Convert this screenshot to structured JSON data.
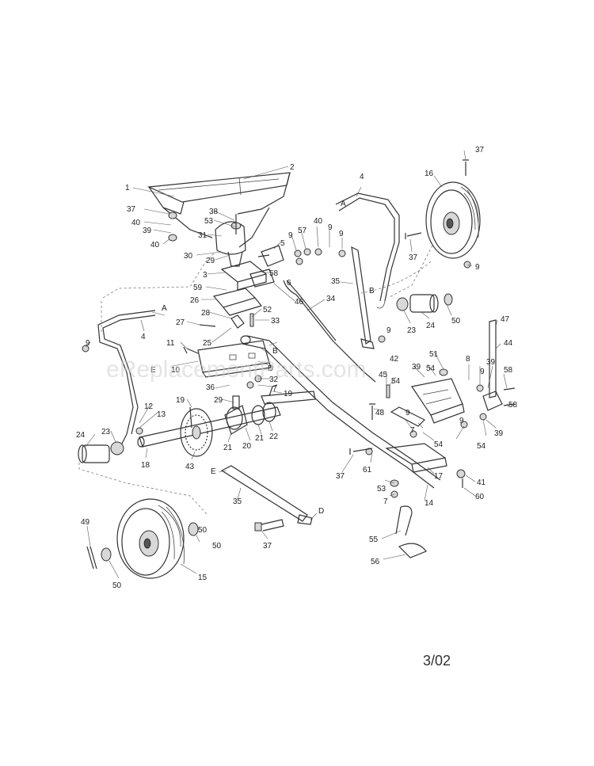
{
  "watermark": "eReplacementParts.com",
  "date_code": "3/02",
  "callouts": {
    "c1": "1",
    "c2": "2",
    "c3": "3",
    "c4a": "4",
    "c4b": "4",
    "c5": "5",
    "c6": "6",
    "c7a": "7",
    "c7b": "7",
    "c8": "8",
    "c9a": "9",
    "c9b": "9",
    "c9c": "9",
    "c9d": "9",
    "c9e": "9",
    "c9f": "9",
    "c9g": "9",
    "c9h": "9",
    "c9i": "9",
    "c10": "10",
    "c11": "11",
    "c12": "12",
    "c13": "13",
    "c14": "14",
    "c15": "15",
    "c16": "16",
    "c17": "17",
    "c18": "18",
    "c19a": "19",
    "c19b": "19",
    "c20": "20",
    "c21a": "21",
    "c21b": "21",
    "c22": "22",
    "c23a": "23",
    "c23b": "23",
    "c24a": "24",
    "c24b": "24",
    "c25": "25",
    "c26": "26",
    "c27": "27",
    "c28": "28",
    "c29a": "29",
    "c29b": "29",
    "c30": "30",
    "c31": "31",
    "c32": "32",
    "c33": "33",
    "c34": "34",
    "c35a": "35",
    "c35b": "35",
    "c36": "36",
    "c37a": "37",
    "c37b": "37",
    "c37c": "37",
    "c37d": "37",
    "c37e": "37",
    "c38": "38",
    "c39a": "39",
    "c39b": "39",
    "c39c": "39",
    "c39d": "39",
    "c40a": "40",
    "c40b": "40",
    "c40c": "40",
    "c41": "41",
    "c42": "42",
    "c43": "43",
    "c44": "44",
    "c45": "45",
    "c46": "46",
    "c47": "47",
    "c48": "48",
    "c49": "49",
    "c50a": "50",
    "c50b": "50",
    "c50c": "50",
    "c50d": "50",
    "c51": "51",
    "c52": "52",
    "c53a": "53",
    "c53b": "53",
    "c54a": "54",
    "c54b": "54",
    "c54c": "54",
    "c54d": "54",
    "c55": "55",
    "c56": "56",
    "c57": "57",
    "c58a": "58",
    "c58b": "58",
    "c58c": "58",
    "c59": "59",
    "c60": "60",
    "c61": "61",
    "ref_a1": "A",
    "ref_a2": "A",
    "ref_b1": "B",
    "ref_b2": "B",
    "ref_d1": "D",
    "ref_d2": "D",
    "ref_e1": "E",
    "ref_e2": "E"
  }
}
